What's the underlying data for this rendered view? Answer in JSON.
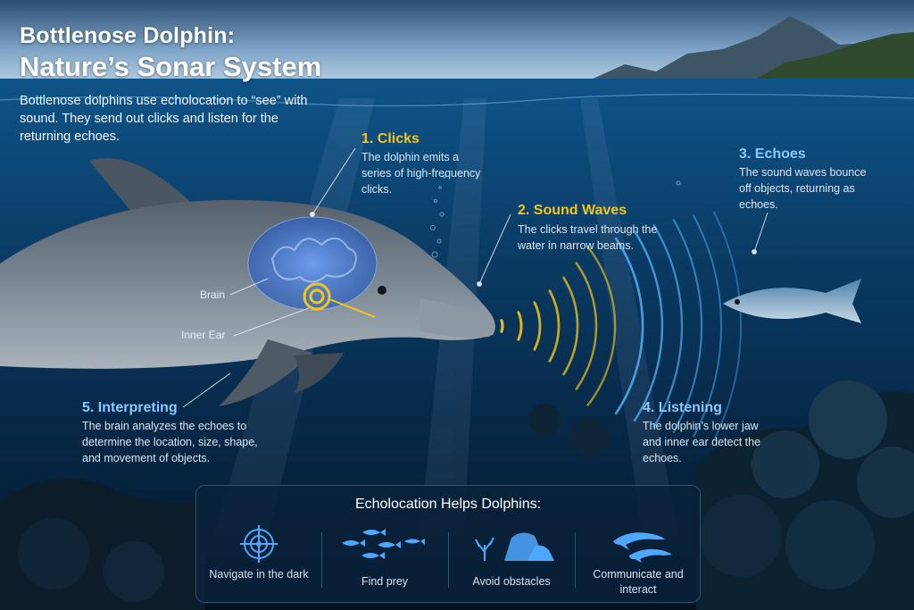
{
  "title": {
    "line1": "Bottlenose Dolphin:",
    "line2": "Nature’s Sonar System"
  },
  "intro": "Bottlenose dolphins use echolocation to “see” with sound. They send out clicks and listen for the returning echoes.",
  "steps": [
    {
      "heading": "1. Clicks",
      "body": "The dolphin emits a series of high-frequency clicks.",
      "color": "#f5c518"
    },
    {
      "heading": "2. Sound Waves",
      "body": "The clicks travel through the water in narrow beams.",
      "color": "#f5c518"
    },
    {
      "heading": "3. Echoes",
      "body": "The sound waves bounce off objects, returning as echoes.",
      "color": "#8cc8ff"
    },
    {
      "heading": "4. Listening",
      "body": "The dolphin’s lower jaw and inner ear detect the echoes.",
      "color": "#8cc8ff"
    },
    {
      "heading": "5. Interpreting",
      "body": "The brain analyzes the echoes to determine the location, size, shape, and movement of objects.",
      "color": "#8cc8ff"
    }
  ],
  "anatomy": {
    "brain": "Brain",
    "inner_ear": "Inner Ear"
  },
  "benefits": {
    "title": "Echolocation Helps Dolphins:",
    "items": [
      {
        "label": "Navigate in the dark",
        "icon": "target-icon"
      },
      {
        "label": "Find prey",
        "icon": "fish-school-icon"
      },
      {
        "label": "Avoid obstacles",
        "icon": "rocks-coral-icon"
      },
      {
        "label": "Communicate and interact",
        "icon": "dolphins-icon"
      }
    ]
  },
  "colors": {
    "click_wave": "#f5c518",
    "echo_wave": "#5ab8ff",
    "water_deep": "#041626",
    "water_surface": "#0d4c7e",
    "sky": "#8fb7d8"
  }
}
